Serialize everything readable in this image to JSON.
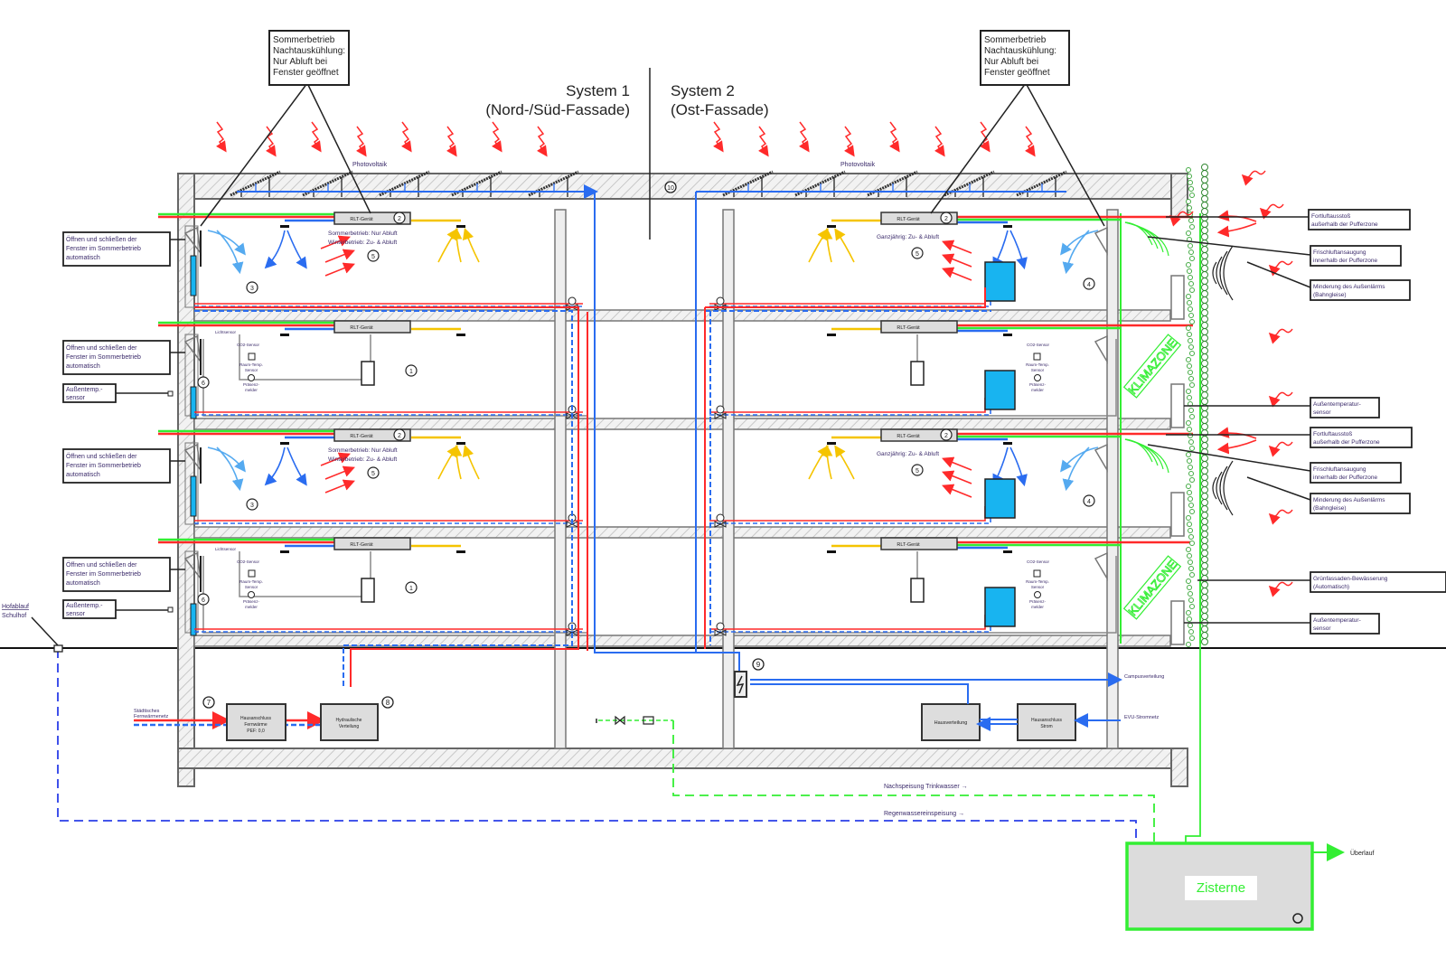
{
  "header": {
    "system1_title": "System 1",
    "system1_sub": "(Nord-/Süd-Fassade)",
    "system2_title": "System 2",
    "system2_sub": "(Ost-Fassade)"
  },
  "callouts_top": [
    {
      "lines": [
        "Sommerbetrieb",
        "Nachtauskühlung:",
        "Nur Abluft bei",
        "Fenster geöffnet"
      ]
    },
    {
      "lines": [
        "Sommerbetrieb",
        "Nachtauskühlung:",
        "Nur Abluft bei",
        "Fenster geöffnet"
      ]
    }
  ],
  "roof": {
    "pv_label_left": "Photovoltaik",
    "pv_label_right": "Photovoltaik",
    "marker_10": "10"
  },
  "left_labels": {
    "window_auto": [
      "Öffnen und schließen der",
      "Fenster im Sommerbetrieb",
      "automatisch"
    ],
    "outdoor_temp": [
      "Außentemp.-",
      "sensor"
    ],
    "schoolyard": [
      "Hofablauf",
      "Schulhof"
    ]
  },
  "right_labels": [
    {
      "lines": [
        "Fortluftausstoß",
        "außerhalb der Pufferzone"
      ]
    },
    {
      "lines": [
        "Frischluftansaugung",
        "innerhalb der Pufferzone"
      ]
    },
    {
      "lines": [
        "Minderung des Außenlärms",
        "(Bahngleise)"
      ]
    },
    {
      "lines": [
        "Außentemperatur-",
        "sensor"
      ]
    },
    {
      "lines": [
        "Fortluftausstoß",
        "außerhalb der Pufferzone"
      ]
    },
    {
      "lines": [
        "Frischluftansaugung",
        "innerhalb der Pufferzone"
      ]
    },
    {
      "lines": [
        "Minderung des Außenlärms",
        "(Bahngleise)"
      ]
    },
    {
      "lines": [
        "Grünfassaden-Bewässerung",
        "(Automatisch)"
      ]
    },
    {
      "lines": [
        "Außentemperatur-",
        "sensor"
      ]
    }
  ],
  "floors": {
    "rlt_label": "RLT-Gerät",
    "marker_2": "2",
    "sys1_mode_a": "Sommerbetrieb: Nur Abluft",
    "sys1_mode_b": "Winterbetrieb: Zu- & Abluft",
    "sys2_mode": "Ganzjährig: Zu- & Abluft",
    "marker_1": "1",
    "marker_3": "3",
    "marker_4": "4",
    "marker_5": "5",
    "marker_6": "6",
    "co2_sensor": "CO2-Sensor",
    "room_temp": [
      "Raum-Temp.",
      "Sensor"
    ],
    "presence": [
      "Präsenz-",
      "melder"
    ],
    "light_sensor": "Lichtsensor",
    "klimazone": "KLIMAZONE"
  },
  "basement": {
    "district_heat": [
      "Städtisches",
      "Fernwärmenetz"
    ],
    "marker_7": "7",
    "marker_8": "8",
    "marker_9": "9",
    "heat_station": [
      "Hausanschluss",
      "Fernwärme",
      "PEF: 0,0"
    ],
    "hydraulic": [
      "Hydraulische",
      "Verteilung"
    ],
    "house_distribution": "Hausverteilung",
    "power_connection": [
      "Hausanschluss",
      "Strom"
    ],
    "campus_distribution": "Campusverteilung",
    "utility_power": "EVU-Stromnetz"
  },
  "water": {
    "refill_label": "Nachspeisung Trinkwasser →",
    "rain_label": "Regenwassereinspeisung →",
    "cistern_label": "Zisterne",
    "overflow_label": "Überlauf"
  },
  "colors": {
    "red": "#ff2a2a",
    "blue": "#2a6cf0",
    "green": "#33ee33",
    "yellow": "#f5c400",
    "cyan": "#18b4f0",
    "wall": "#777777"
  }
}
